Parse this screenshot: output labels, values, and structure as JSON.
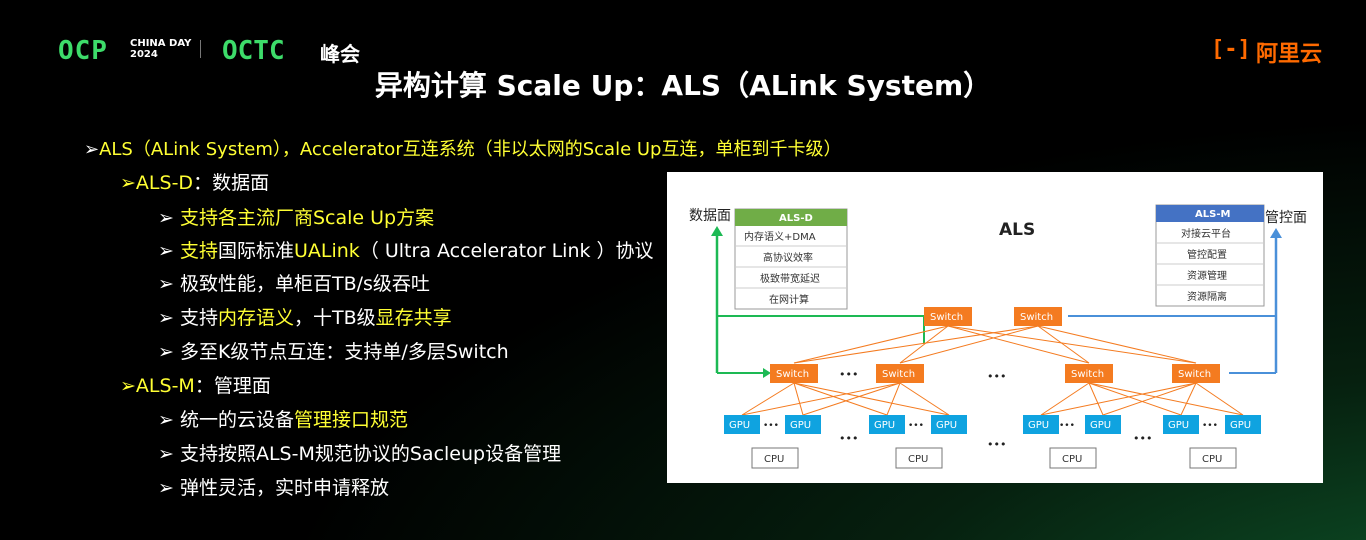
{
  "header": {
    "ocp": "OCP",
    "china_day_1": "CHINA DAY",
    "china_day_2": "2024",
    "octc": "OCTC",
    "peak": "峰会",
    "aliyun_mark": "[-]",
    "aliyun_name": "阿里云"
  },
  "title": "异构计算 Scale Up：ALS（ALink System）",
  "bullets": {
    "b1": "ALS（ALink System），Accelerator互连系统（非以太网的Scale Up互连，单柜到千卡级）",
    "d_a": "ALS-D",
    "d_b": "：数据面",
    "d1": "支持各主流厂商Scale Up方案",
    "d2_a": "支持",
    "d2_b": "国际标准",
    "d2_c": "UALink",
    "d2_d": "（ Ultra Accelerator Link ）协议",
    "d3": "极致性能，单柜百TB/s级吞吐",
    "d4_a": "支持",
    "d4_b": "内存语义",
    "d4_c": "，十TB级",
    "d4_d": "显存共享",
    "d5": "多至K级节点互连：支持单/多层Switch",
    "m_a": "ALS-M",
    "m_b": "：管理面",
    "m1_a": "统一的云设备",
    "m1_b": "管理接口规范",
    "m2": "支持按照ALS-M规范协议的Sacleup设备管理",
    "m3": "弹性灵活，实时申请释放"
  },
  "diagram": {
    "title": "ALS",
    "left_label": "数据面",
    "right_label": "管控面",
    "alsd": {
      "header": "ALS-D",
      "rows": [
        "内存语义+DMA",
        "高协议效率",
        "极致带宽延迟",
        "在网计算"
      ]
    },
    "alsm": {
      "header": "ALS-M",
      "rows": [
        "对接云平台",
        "管控配置",
        "资源管理",
        "资源隔离"
      ]
    },
    "switch": "Switch",
    "gpu": "GPU",
    "cpu": "CPU",
    "dots": "•••"
  },
  "colors": {
    "green_accent": "#3ddc6a",
    "yellow": "#ffff33",
    "orange": "#f47b20",
    "switch_fill": "#f47b20",
    "gpu_fill": "#0fa3e0",
    "alsd_header": "#70ad47",
    "alsm_header": "#4472c4",
    "mgmt_line": "#4a90d9",
    "data_line": "#1db954"
  }
}
